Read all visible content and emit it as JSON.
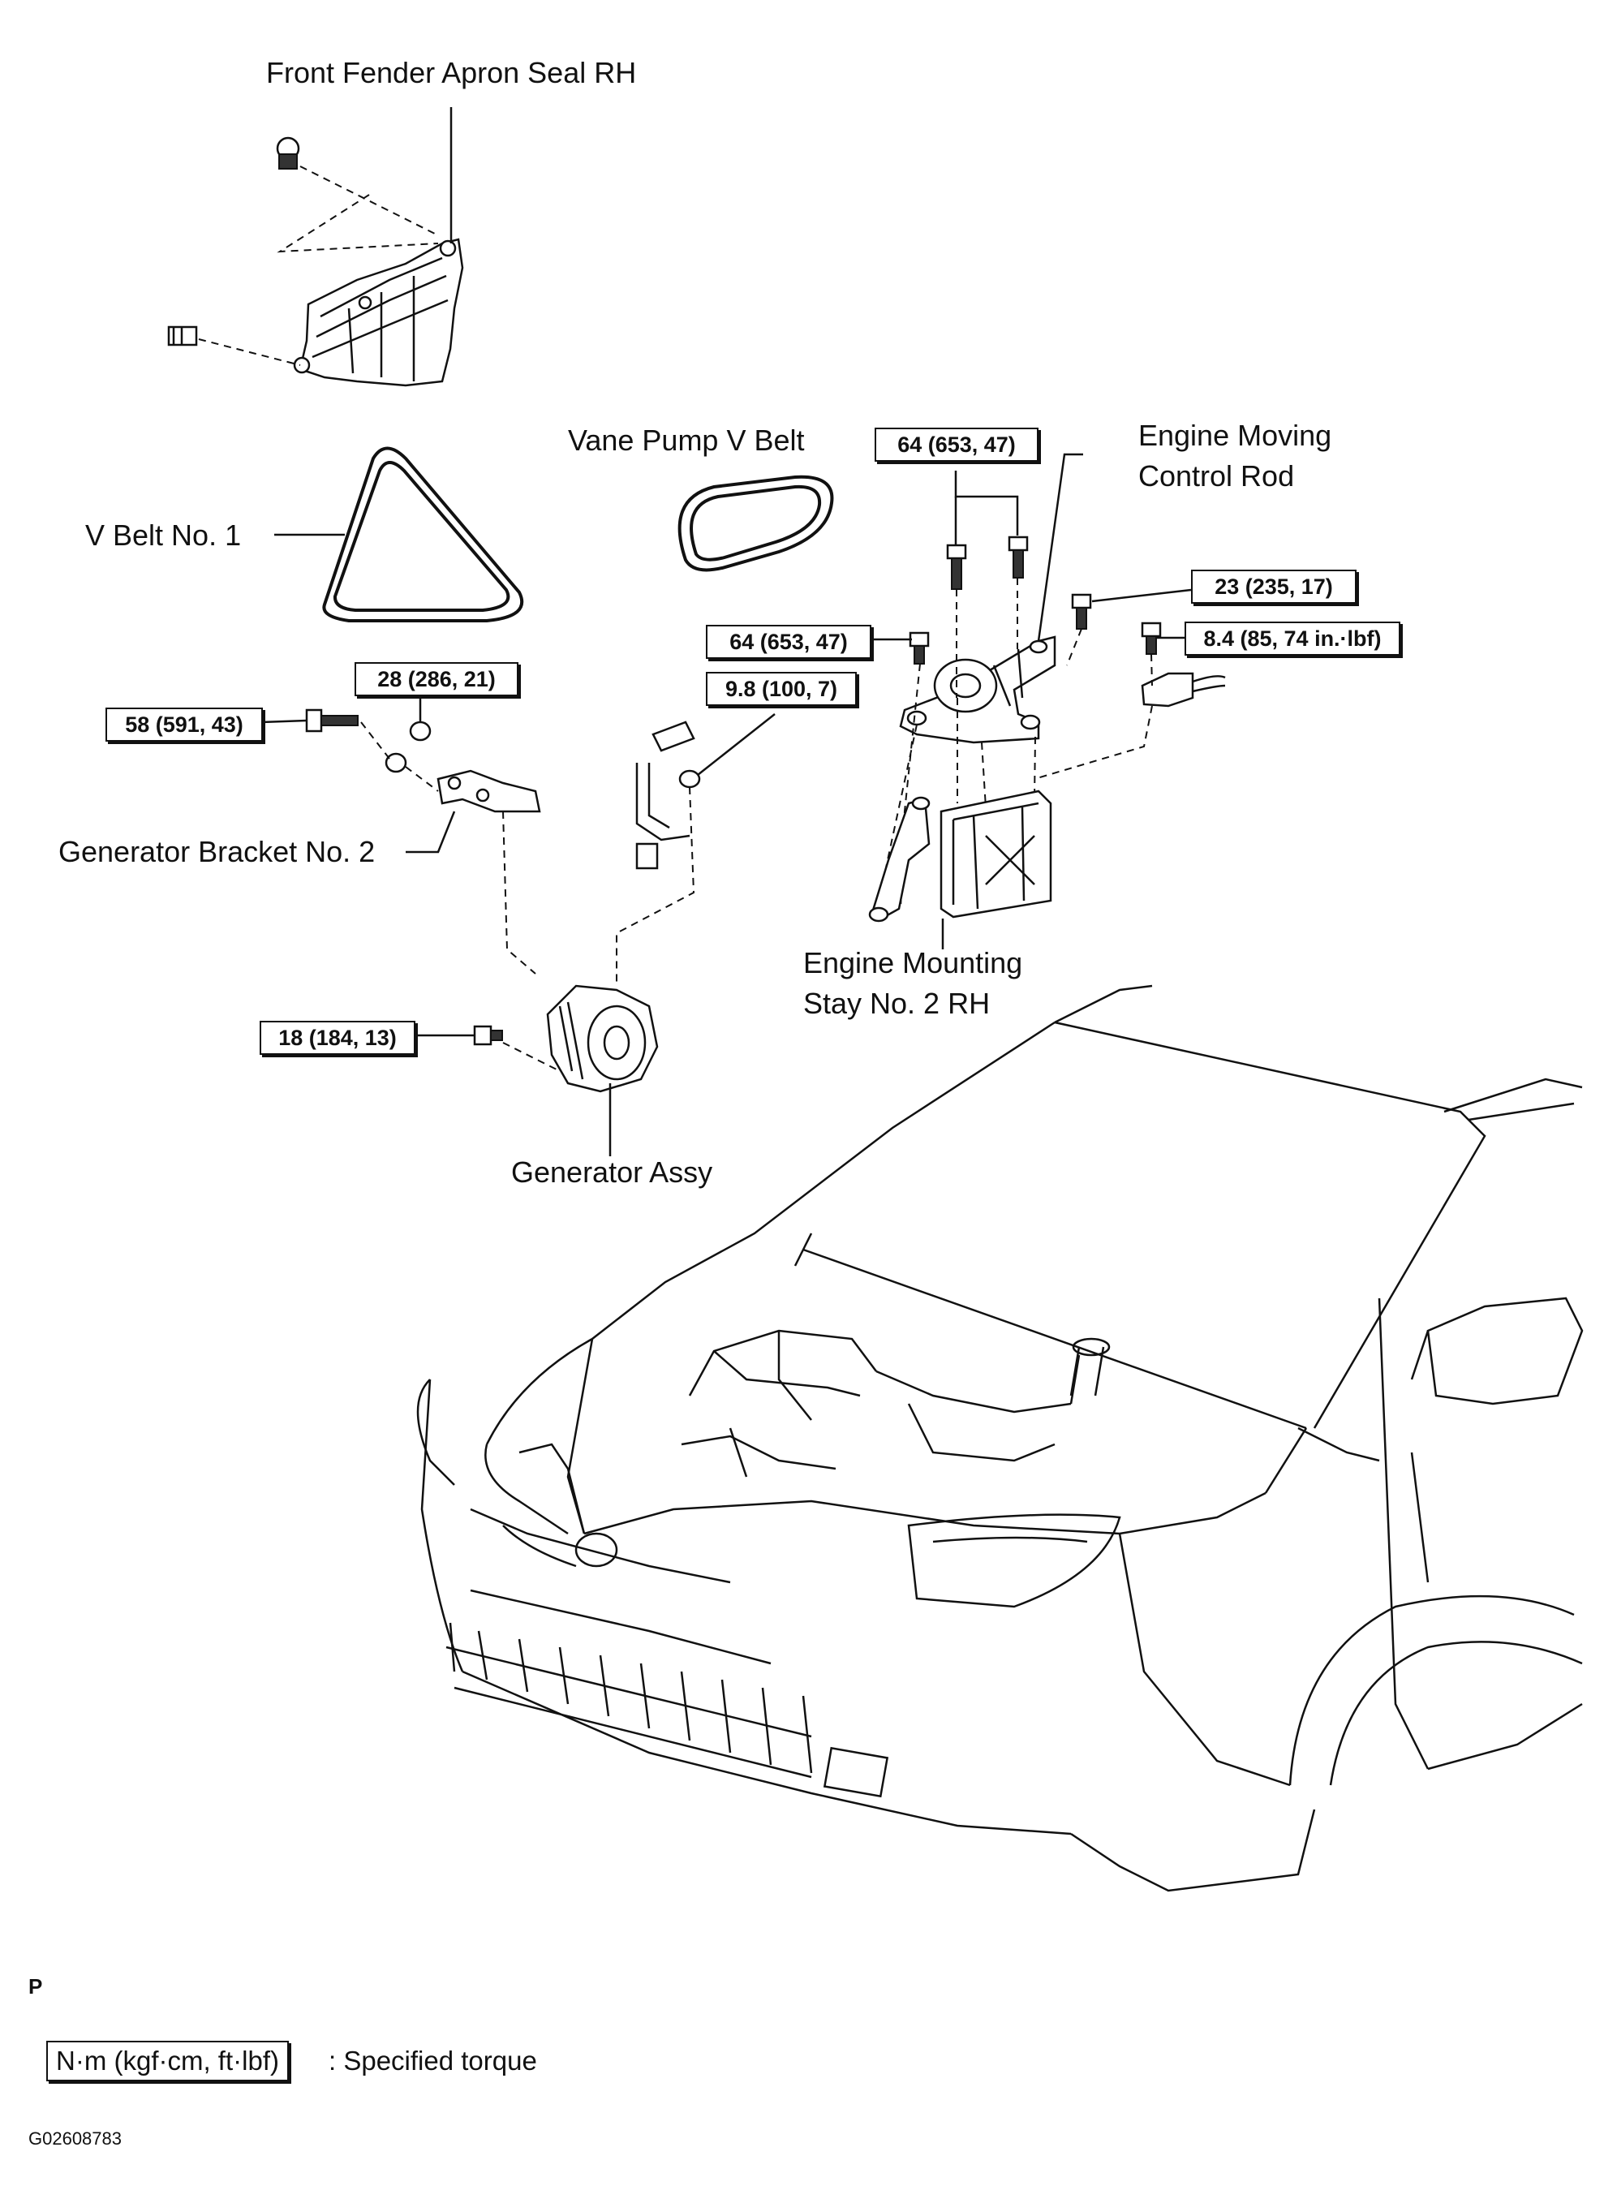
{
  "labels": {
    "front_fender_apron_seal": "Front Fender Apron Seal RH",
    "vane_pump_v_belt": "Vane Pump V Belt",
    "engine_moving_control_rod_1": "Engine Moving",
    "engine_moving_control_rod_2": "Control Rod",
    "v_belt_no1": "V Belt No. 1",
    "generator_bracket_no2": "Generator Bracket No. 2",
    "engine_mounting_stay_1": "Engine Mounting",
    "engine_mounting_stay_2": "Stay No. 2 RH",
    "generator_assy": "Generator Assy"
  },
  "torques": {
    "control_rod_top": "64 (653, 47)",
    "control_rod_right": "23 (235, 17)",
    "connector_bolt": "8.4 (85, 74 in.·lbf)",
    "stay_bolt": "64 (653, 47)",
    "bracket_nut": "28 (286, 21)",
    "bracket_bolt": "58 (591, 43)",
    "terminal_nut": "9.8 (100, 7)",
    "generator_bolt": "18 (184, 13)"
  },
  "legend": {
    "unit_box": "N·m (kgf·cm, ft·lbf)",
    "description": ": Specified torque"
  },
  "corner_mark": "P",
  "figure_code": "G02608783"
}
